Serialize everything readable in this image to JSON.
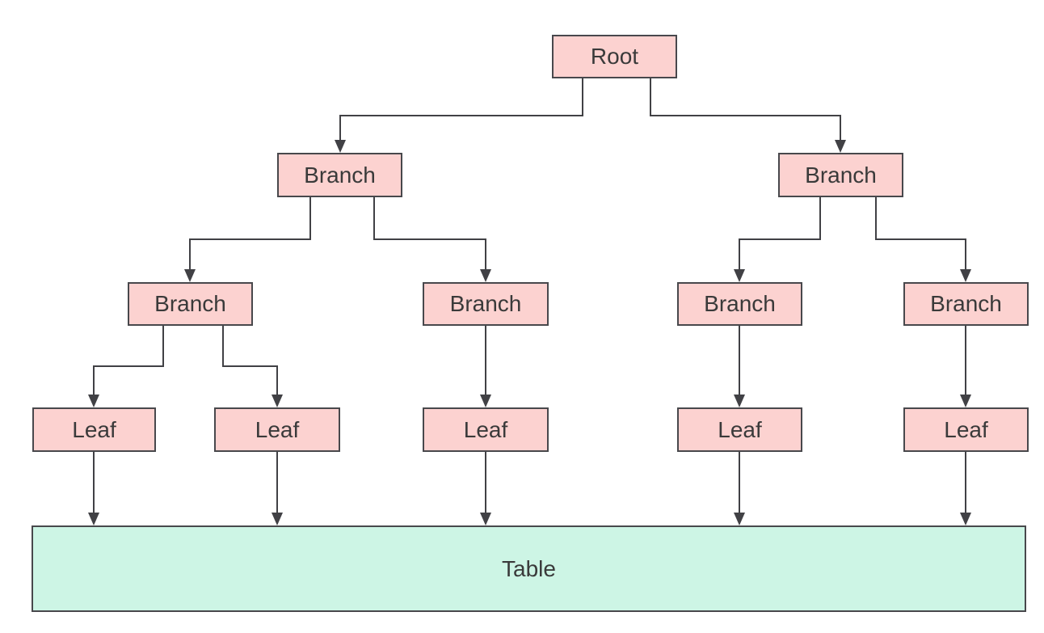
{
  "diagram": {
    "type": "tree",
    "nodes": {
      "root": {
        "label": "Root",
        "level": 1
      },
      "branch_left": {
        "label": "Branch",
        "level": 2
      },
      "branch_right": {
        "label": "Branch",
        "level": 2
      },
      "branch_1": {
        "label": "Branch",
        "level": 3
      },
      "branch_2": {
        "label": "Branch",
        "level": 3
      },
      "branch_3": {
        "label": "Branch",
        "level": 3
      },
      "branch_4": {
        "label": "Branch",
        "level": 3
      },
      "leaf_1": {
        "label": "Leaf",
        "level": 4
      },
      "leaf_2": {
        "label": "Leaf",
        "level": 4
      },
      "leaf_3": {
        "label": "Leaf",
        "level": 4
      },
      "leaf_4": {
        "label": "Leaf",
        "level": 4
      },
      "leaf_5": {
        "label": "Leaf",
        "level": 4
      },
      "table": {
        "label": "Table",
        "level": 5
      }
    },
    "edges": [
      {
        "from": "root",
        "to": "branch_left"
      },
      {
        "from": "root",
        "to": "branch_right"
      },
      {
        "from": "branch_left",
        "to": "branch_1"
      },
      {
        "from": "branch_left",
        "to": "branch_2"
      },
      {
        "from": "branch_right",
        "to": "branch_3"
      },
      {
        "from": "branch_right",
        "to": "branch_4"
      },
      {
        "from": "branch_1",
        "to": "leaf_1"
      },
      {
        "from": "branch_1",
        "to": "leaf_2"
      },
      {
        "from": "branch_2",
        "to": "leaf_3"
      },
      {
        "from": "branch_3",
        "to": "leaf_4"
      },
      {
        "from": "branch_4",
        "to": "leaf_5"
      },
      {
        "from": "leaf_1",
        "to": "table"
      },
      {
        "from": "leaf_2",
        "to": "table"
      },
      {
        "from": "leaf_3",
        "to": "table"
      },
      {
        "from": "leaf_4",
        "to": "table"
      },
      {
        "from": "leaf_5",
        "to": "table"
      }
    ],
    "colors": {
      "node_fill": "#fcd2d0",
      "node_border": "#48484c",
      "table_fill": "#cdf5e5",
      "table_border": "#48484c",
      "text": "#3a3a3a",
      "arrow": "#414145",
      "canvas_bg": "#ffffff"
    }
  }
}
